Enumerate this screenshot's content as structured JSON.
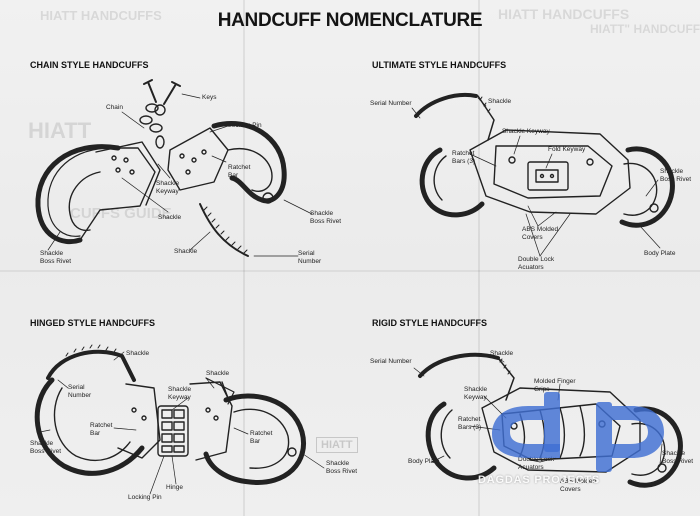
{
  "title": "HANDCUFF NOMENCLATURE",
  "sections": {
    "chain": {
      "heading": "CHAIN STYLE HANDCUFFS",
      "labels": {
        "chain": "Chain",
        "keys": "Keys",
        "locking_pin": "Locking Pin",
        "shackle_keyway": "Shackle\nKeyway",
        "ratchet_bar": "Ratchet\nBar",
        "shackle": "Shackle",
        "shackle_boss_rivet_left": "Shackle\nBoss Rivet",
        "shackle_lower": "Shackle",
        "shackle_boss_rivet_right": "Shackle\nBoss Rivet",
        "serial_number": "Serial\nNumber"
      }
    },
    "ultimate": {
      "heading": "ULTIMATE STYLE HANDCUFFS",
      "labels": {
        "serial_number": "Serial Number",
        "shackle": "Shackle",
        "shackle_keyway": "Shackle Keyway",
        "ratchet_bars": "Ratchet\nBars (3)",
        "fold_keyway": "Fold Keyway",
        "shackle_boss_rivet": "Shackle\nBoss Rivet",
        "abs_molded_covers": "ABS Molded\nCovers",
        "double_lock_acuators": "Double Lock\nAcuators",
        "body_plate": "Body Plate"
      }
    },
    "hinged": {
      "heading": "HINGED STYLE HANDCUFFS",
      "labels": {
        "shackle_top": "Shackle",
        "shackle_right": "Shackle",
        "serial_number": "Serial\nNumber",
        "shackle_keyway": "Shackle\nKeyway",
        "ratchet_bar_left": "Ratchet\nBar",
        "ratchet_bar_right": "Ratchet\nBar",
        "shackle_boss_rivet_left": "Shackle\nBoss Rivet",
        "shackle_boss_rivet_right": "Shackle\nBoss Rivet",
        "hinge": "Hinge",
        "locking_pin": "Locking Pin"
      }
    },
    "rigid": {
      "heading": "RIGID STYLE HANDCUFFS",
      "labels": {
        "serial_number": "Serial Number",
        "shackle": "Shackle",
        "molded_finger_grips": "Molded Finger\nGrips",
        "shackle_keyway": "Shackle\nKeyway",
        "ratchet_bars": "Ratchet\nBars (3)",
        "body_plate": "Body Plate",
        "double_lock_acuators": "Double Lock\nAcuators",
        "shackle_boss_rivet": "Shackle\nBoss Rivet",
        "abs_molded_covers": "ABS Molded\nCovers"
      }
    }
  },
  "background_ghost": {
    "top_left": "HIATT HANDCUFFS",
    "top_right": "HIATT HANDCUFFS",
    "top_right_2": "HIATT\" HANDCUFFS",
    "mid_left": "HIATT",
    "mid_left_2": "CUFFS GUIDE",
    "stamp": "HIATT"
  },
  "watermark": {
    "text": "DAGDAS PROJECTS",
    "logo_color": "#3f6fd3"
  }
}
